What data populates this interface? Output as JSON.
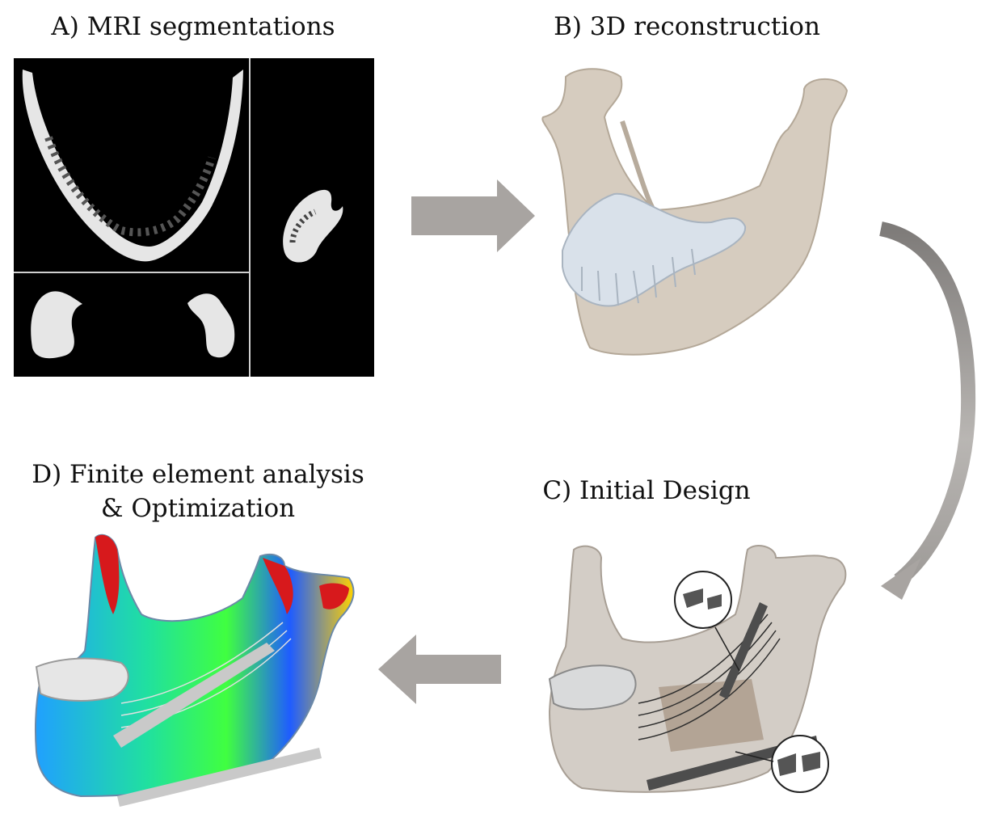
{
  "diagram": {
    "panels": [
      {
        "id": "a",
        "label": "A) MRI segmentations"
      },
      {
        "id": "b",
        "label": "B) 3D reconstruction"
      },
      {
        "id": "c",
        "label": "C) Initial Design"
      },
      {
        "id": "d",
        "label_line1": "D) Finite element analysis",
        "label_line2": "& Optimization"
      }
    ],
    "colors": {
      "arrow": "#a8a4a1",
      "bone": "#d6ccbf",
      "bone_dark": "#b7ab9c",
      "teeth": "#d9e1ea",
      "mri_bg": "#000000",
      "mri_bone": "#e8e8e8",
      "stress_high": "#d7191c",
      "stress_mid": "#ffd200",
      "stress_low": "#1f5cff",
      "implant": "#4d4d4d"
    },
    "flow": [
      "a",
      "b",
      "c",
      "d"
    ]
  }
}
